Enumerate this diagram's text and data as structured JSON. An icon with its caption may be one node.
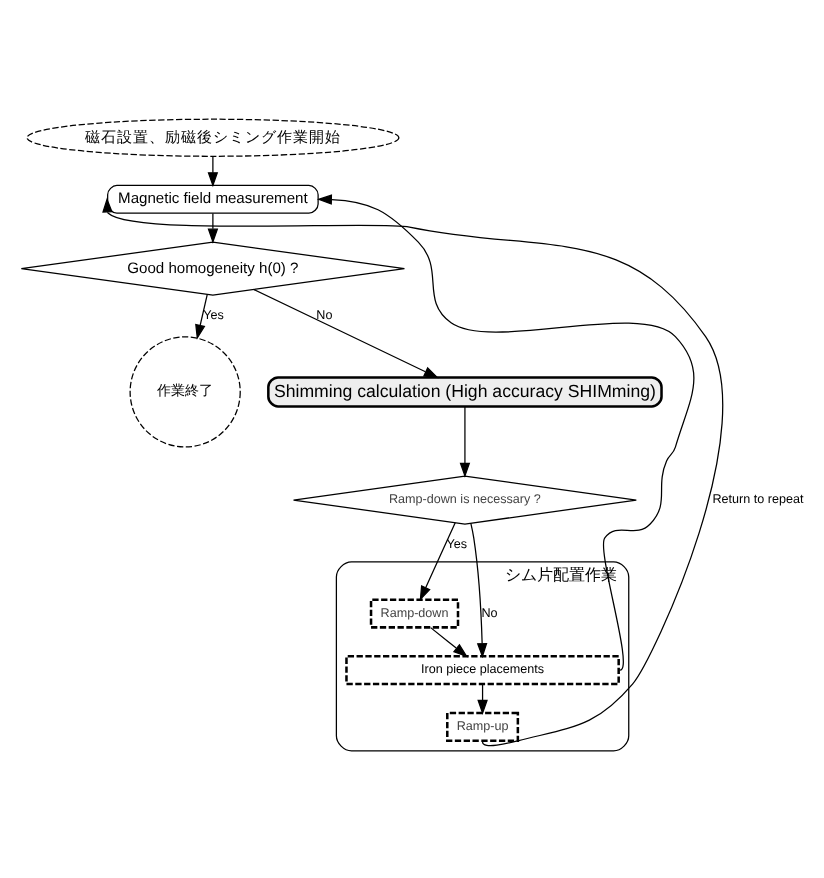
{
  "diagram": {
    "nodes": [
      {
        "text": [
          "磁石設置、励磁後シミング作業開始"
        ]
      },
      {
        "text": [
          "Magnetic field measurement"
        ]
      },
      {
        "text": [
          "Good homogeneity h(0) ?"
        ]
      },
      {
        "text": [
          "作業終了"
        ]
      },
      {
        "text": [
          "Shimming calculation (High accuracy SHIMming)"
        ]
      },
      {
        "text": [
          "Ramp-down is necessary ?"
        ]
      },
      {
        "text": [
          "シム片配置作業"
        ]
      },
      {
        "text": [
          "Ramp-down"
        ],
        "in": 6
      },
      {
        "text": [
          "Iron piece placements"
        ],
        "in": 6
      },
      {
        "text": [
          "Ramp-up"
        ],
        "in": 6
      }
    ],
    "edges": [
      {
        "from": 0,
        "to": 1,
        "arrow": "to"
      },
      {
        "from": 1,
        "to": 2,
        "arrow": "to"
      },
      {
        "from": 2,
        "to": 3,
        "arrow": "to",
        "label": "Yes"
      },
      {
        "from": 2,
        "to": 4,
        "arrow": "to",
        "label": "No"
      },
      {
        "from": 4,
        "to": 5,
        "arrow": "to"
      },
      {
        "from": 5,
        "to": 7,
        "arrow": "to",
        "label": "Yes"
      },
      {
        "from": 5,
        "to": 8,
        "arrow": "to",
        "label": "No"
      },
      {
        "from": 7,
        "to": 8,
        "arrow": "to"
      },
      {
        "from": 8,
        "to": 9,
        "arrow": "to"
      },
      {
        "from": 9,
        "to": 1,
        "arrow": "to",
        "label": "Return to repeat"
      },
      {
        "from": 8,
        "to": 1,
        "arrow": "to"
      }
    ]
  }
}
